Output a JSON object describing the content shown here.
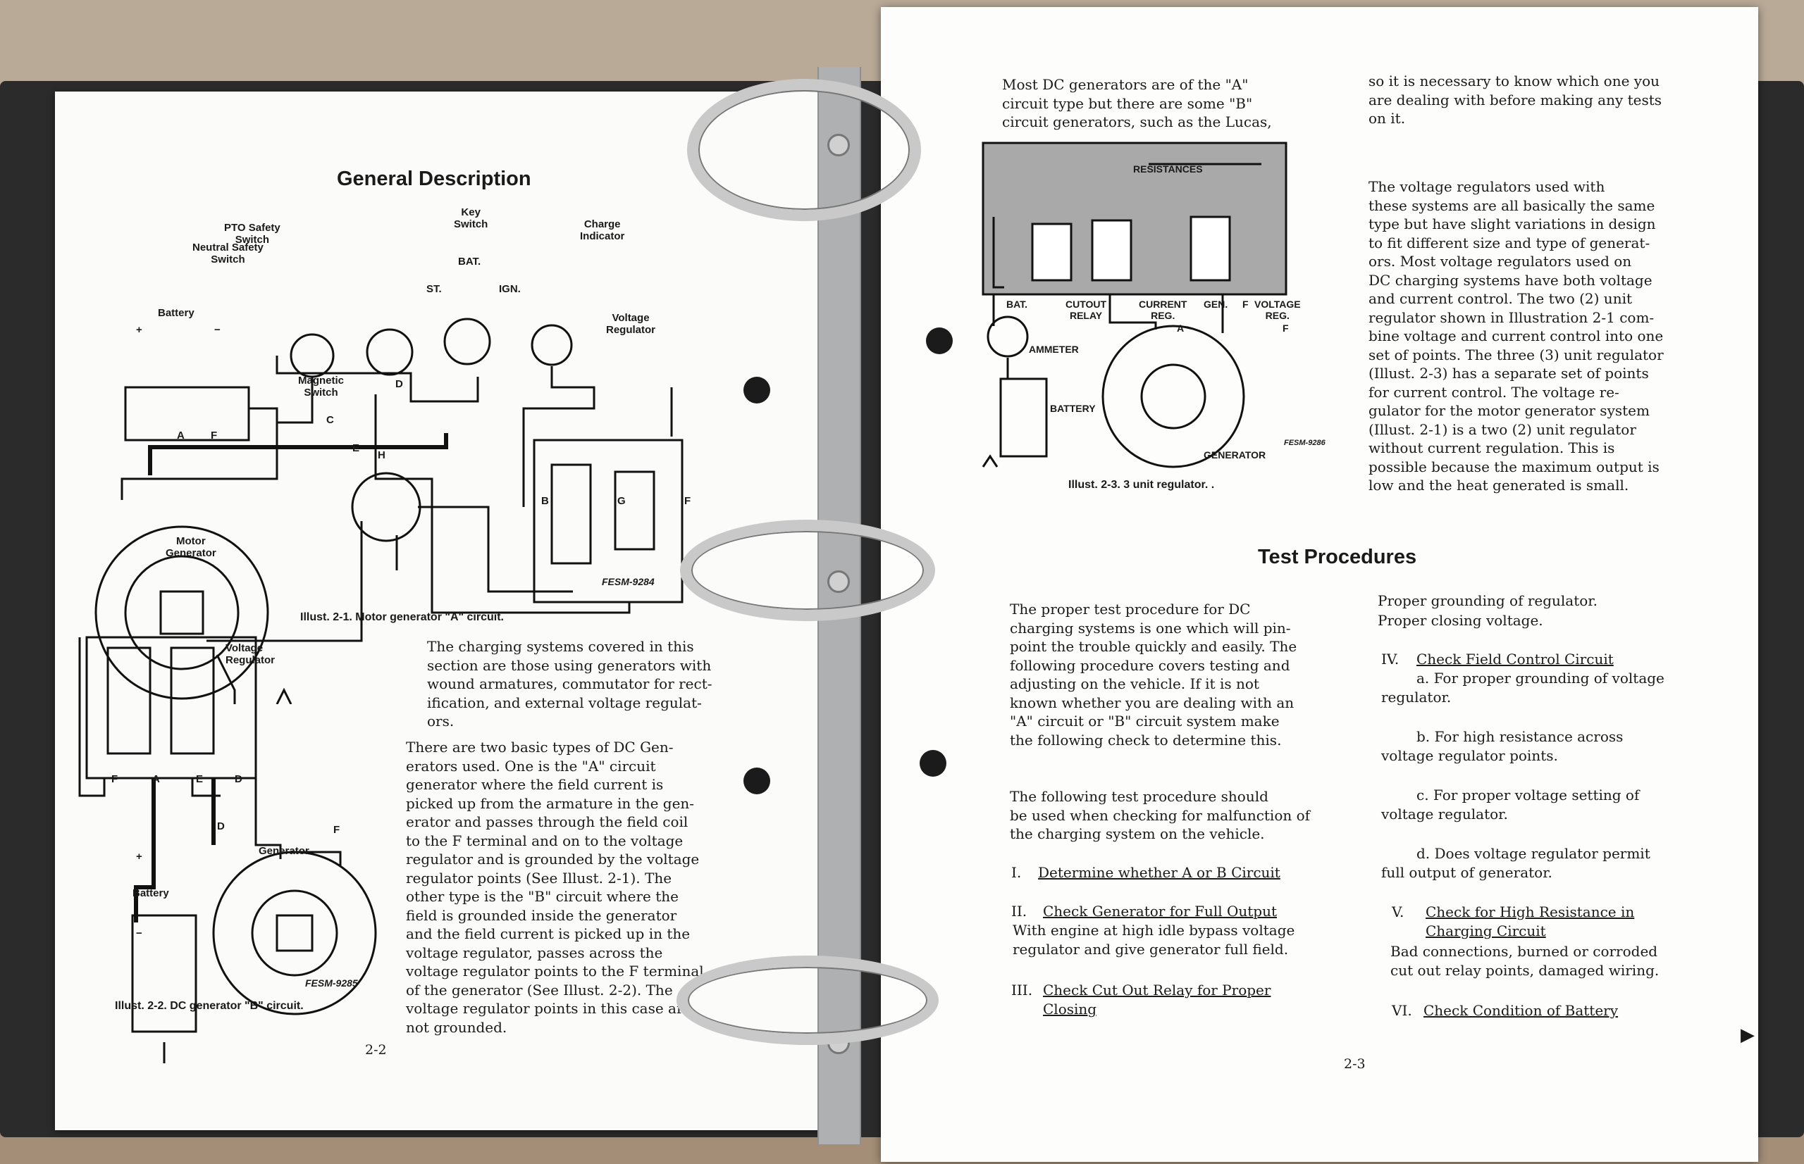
{
  "left_page": {
    "title": "General Description",
    "illus1": {
      "labels": {
        "pto": "PTO Safety\nSwitch",
        "key": "Key\nSwitch",
        "neutral": "Neutral Safety\nSwitch",
        "charge": "Charge\nIndicator",
        "battery": "Battery",
        "bat": "BAT.",
        "st": "ST.",
        "ign": "IGN.",
        "voltage_regulator": "Voltage\nRegulator",
        "magnetic": "Magnetic\nSwitch",
        "motor_generator": "Motor\nGenerator",
        "a": "A",
        "f": "F",
        "c": "C",
        "d": "D",
        "e": "E",
        "h": "H",
        "b": "B",
        "g": "G",
        "f2": "F",
        "plus": "+",
        "minus": "−"
      },
      "code": "FESM-9284",
      "caption": "Illust. 2-1.  Motor generator \"A\" circuit."
    },
    "illus2": {
      "labels": {
        "voltage_regulator": "Voltage\nRegulator",
        "f": "F",
        "a": "A",
        "e": "E",
        "d": "D",
        "d2": "D",
        "f2": "F",
        "generator": "Generator",
        "battery": "Battery",
        "plus": "+",
        "minus": "−"
      },
      "code": "FESM-9285",
      "caption": "Illust. 2-2.  DC generator \"B\" circuit."
    },
    "para1": "The charging systems covered in this\nsection are those using generators with\nwound armatures, commutator for rect-\nification, and external voltage regulat-\nors.",
    "para2": "There are two basic types of DC Gen-\nerators used.  One is the \"A\" circuit\ngenerator where the field current is\npicked up from the armature in the gen-\nerator and passes through the field coil\nto the F terminal and on to the voltage\nregulator and is grounded by the voltage\nregulator points (See Illust. 2-1).  The\nother type is the \"B\" circuit where the\nfield is grounded inside the generator\nand the field current is picked up in the\nvoltage regulator, passes across the\nvoltage regulator points to the F terminal\nof the generator (See Illust. 2-2).  The\nvoltage regulator points in this case are\nnot grounded.",
    "page_number": "2-2"
  },
  "right_page": {
    "col1_intro": "Most DC generators are of the \"A\"\ncircuit type but there are some \"B\"\ncircuit generators,  such as the Lucas,",
    "col2_intro": "so it is necessary to know which one you\nare dealing with before making any tests\non it.",
    "illus3": {
      "labels": {
        "resistances": "RESISTANCES",
        "bat": "BAT.",
        "cutout": "CUTOUT\nRELAY",
        "current": "CURRENT\nREG.",
        "gen": "GEN.",
        "f": "F",
        "voltage": "VOLTAGE\nREG.",
        "a": "A",
        "f2": "F",
        "ammeter": "AMMETER",
        "battery": "BATTERY",
        "generator": "GENERATOR"
      },
      "code": "FESM-9286",
      "caption": "Illust. 2-3.  3 unit regulator. ."
    },
    "col2_para": "The voltage regulators used with\nthese systems are all basically the same\ntype but have slight variations in design\nto fit different size and type of generat-\nors.  Most voltage regulators used on\nDC charging systems have both voltage\nand current control.  The two (2) unit\nregulator shown in Illustration 2-1 com-\nbine voltage and current control into one\nset of points.  The three (3) unit regulator\n(Illust. 2-3) has a separate set of points\nfor current control.  The voltage re-\ngulator for the motor generator system\n(Illust. 2-1) is a two (2) unit regulator\nwithout current regulation.  This is\npossible because the maximum output is\nlow and the heat generated is small.",
    "test_title": "Test Procedures",
    "test_para1": "The proper test procedure for DC\ncharging systems is one which will pin-\npoint the trouble quickly and easily.  The\nfollowing procedure covers testing and\nadjusting on the vehicle.  If it is not\nknown whether you are dealing with an\n\"A\" circuit or \"B\" circuit system make\nthe following check to determine this.",
    "test_para2": "The following test procedure should\nbe used when checking for malfunction of\nthe charging system on the vehicle.",
    "item1_num": "I.",
    "item1_title": "Determine whether A or B Circuit",
    "item2_num": "II.",
    "item2_title": "Check Generator for Full Output",
    "item2_text": "With engine at high idle bypass voltage\nregulator and give generator full field.",
    "item3_num": "III.",
    "item3_title": "Check Cut Out Relay for Proper\nClosing",
    "c2_line1": "Proper grounding of regulator.",
    "c2_line2": "Proper closing voltage.",
    "item4_num": "IV.",
    "item4_title": "Check Field Control Circuit",
    "item4_a": "a.  For proper grounding of voltage\nregulator.",
    "item4_b": "b.  For high resistance across\nvoltage regulator points.",
    "item4_c": "c.  For proper voltage setting of\nvoltage regulator.",
    "item4_d": "d.  Does voltage regulator permit\nfull output of generator.",
    "item5_num": "V.",
    "item5_title": "Check for High Resistance in\nCharging Circuit",
    "item5_text": "Bad connections, burned or corroded\ncut out relay points, damaged wiring.",
    "item6_num": "VI.",
    "item6_title": "Check Condition of Battery",
    "page_number": "2-3",
    "continue_arrow": "▶"
  }
}
